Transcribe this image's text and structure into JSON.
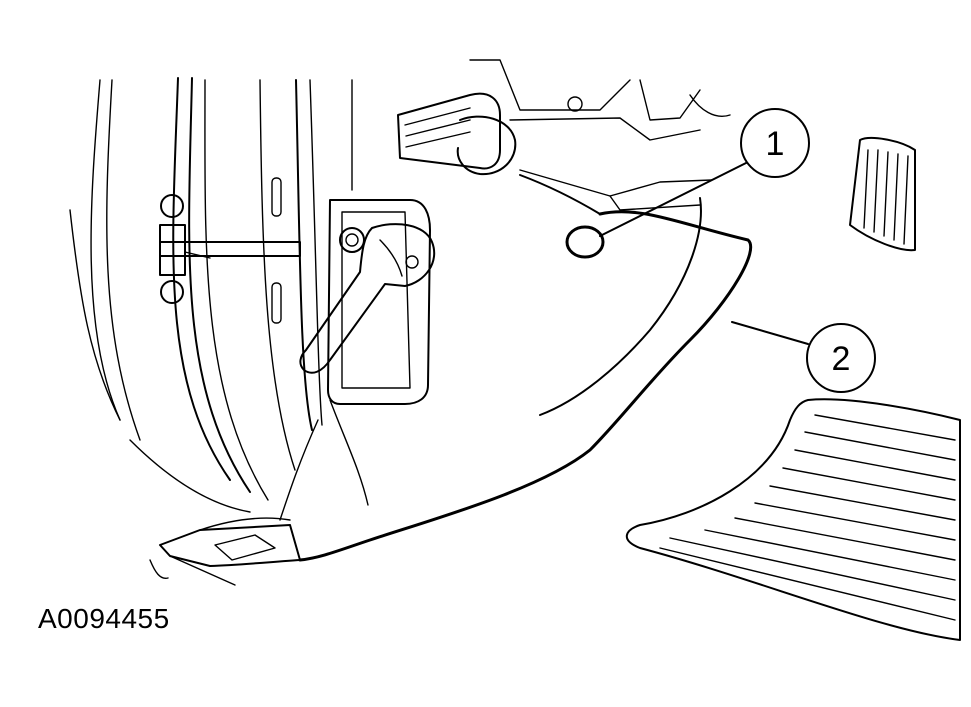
{
  "figure": {
    "id": "A0094455"
  },
  "callouts": [
    {
      "number": "1"
    },
    {
      "number": "2"
    }
  ]
}
